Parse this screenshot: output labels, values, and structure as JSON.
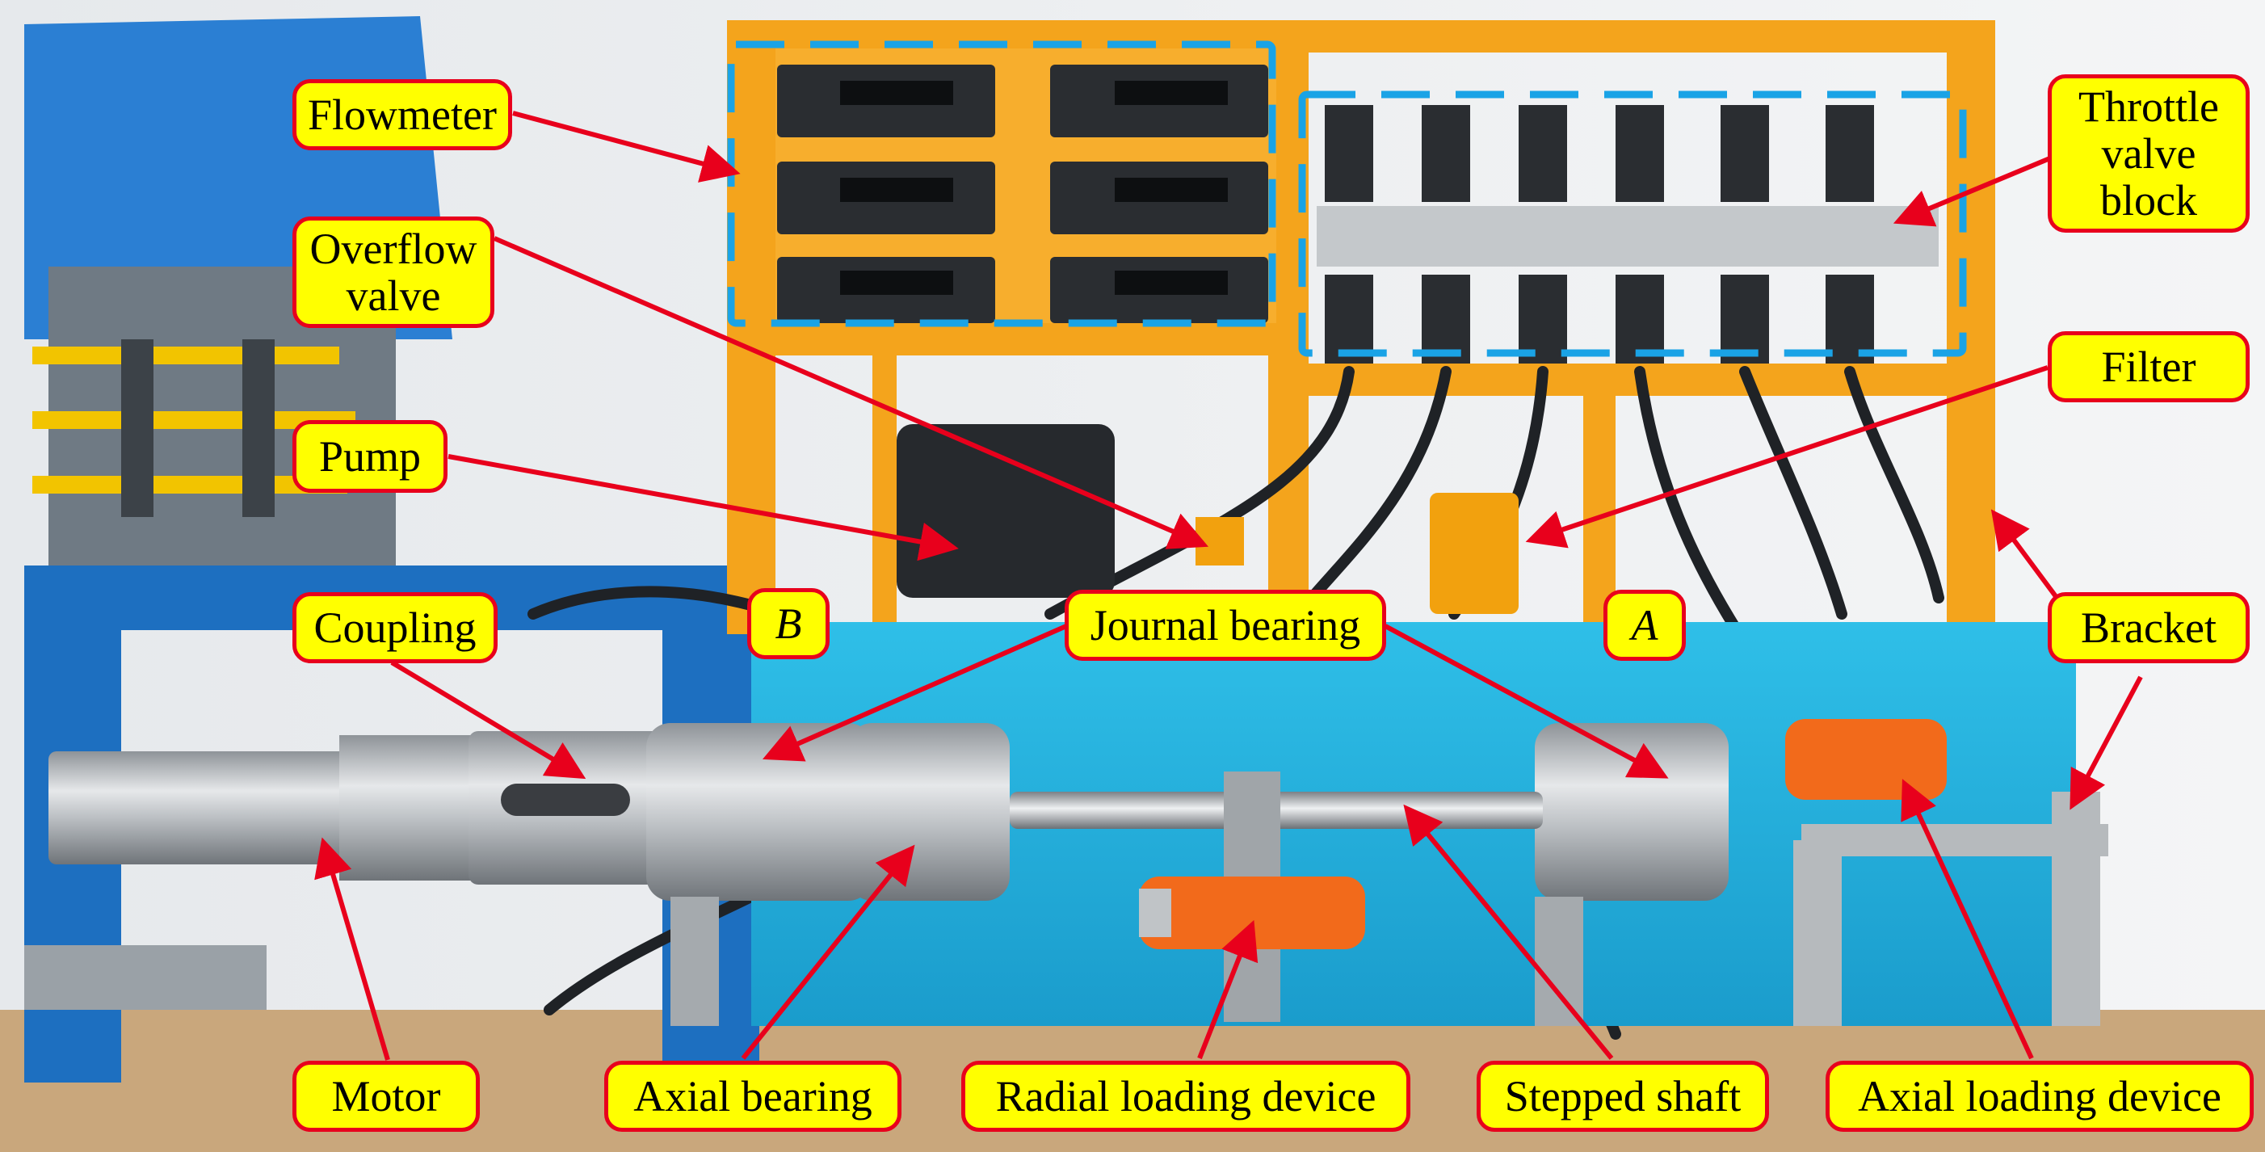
{
  "colors": {
    "frame": "#f4a41c",
    "frame_dark": "#c47c08",
    "table_blue": "#28b0dd",
    "machine_blue": "#1d6fc0",
    "metal": "#b8bcc0",
    "callout_fill": "#ffff00",
    "callout_border": "#e8001c",
    "arrow": "#e8001c",
    "highlight_box": "#1aa3e6"
  },
  "labels": {
    "flowmeter": "Flowmeter",
    "overflow_valve": "Overflow\nvalve",
    "pump": "Pump",
    "coupling": "Coupling",
    "b": "B",
    "journal_bearing": "Journal bearing",
    "a": "A",
    "throttle_valve_block": "Throttle\nvalve\nblock",
    "filter": "Filter",
    "bracket": "Bracket",
    "motor": "Motor",
    "axial_bearing": "Axial bearing",
    "radial_loading_device": "Radial loading device",
    "stepped_shaft": "Stepped shaft",
    "axial_loading_device": "Axial loading device"
  }
}
